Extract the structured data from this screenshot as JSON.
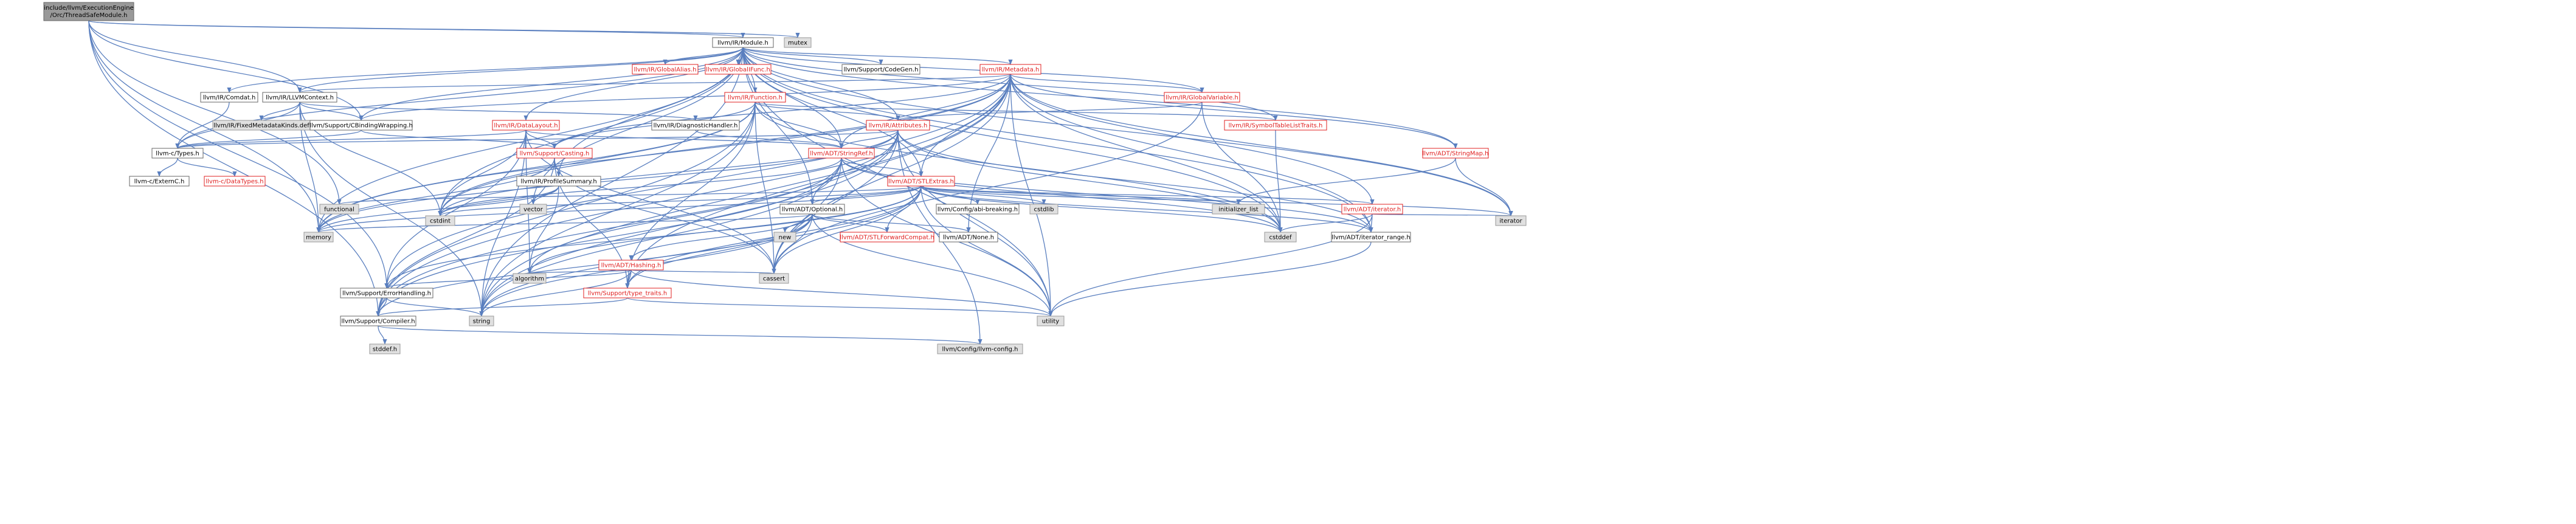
{
  "colors": {
    "root_fill": "#999999",
    "root_text": "#000000",
    "link_fill": "#ffffff",
    "link_stroke": "#666666",
    "link_text": "#000000",
    "truncated_text": "#e02020",
    "truncated_stroke": "#e02020",
    "external_fill": "#e0e0e0",
    "external_stroke": "#999999",
    "edge": "#5a7fbf"
  },
  "nodes": [
    {
      "id": "root",
      "label": "include/llvm/ExecutionEngine\n/Orc/ThreadSafeModule.h",
      "kind": "root"
    },
    {
      "id": "module",
      "label": "llvm/IR/Module.h",
      "kind": "link"
    },
    {
      "id": "mutex",
      "label": "mutex",
      "kind": "external"
    },
    {
      "id": "globalalias",
      "label": "llvm/IR/GlobalAlias.h",
      "kind": "truncated"
    },
    {
      "id": "globalifunc",
      "label": "llvm/IR/GlobalIFunc.h",
      "kind": "truncated"
    },
    {
      "id": "codegen",
      "label": "llvm/Support/CodeGen.h",
      "kind": "link"
    },
    {
      "id": "metadata",
      "label": "llvm/IR/Metadata.h",
      "kind": "truncated"
    },
    {
      "id": "comdat",
      "label": "llvm/IR/Comdat.h",
      "kind": "link"
    },
    {
      "id": "llvmcontext",
      "label": "llvm/IR/LLVMContext.h",
      "kind": "link"
    },
    {
      "id": "function",
      "label": "llvm/IR/Function.h",
      "kind": "truncated"
    },
    {
      "id": "globalvariable",
      "label": "llvm/IR/GlobalVariable.h",
      "kind": "truncated"
    },
    {
      "id": "fixedmd",
      "label": "llvm/IR/FixedMetadataKinds.def",
      "kind": "external"
    },
    {
      "id": "cbinding",
      "label": "llvm/Support/CBindingWrapping.h",
      "kind": "link"
    },
    {
      "id": "datalayout",
      "label": "llvm/IR/DataLayout.h",
      "kind": "truncated"
    },
    {
      "id": "diaghandler",
      "label": "llvm/IR/DiagnosticHandler.h",
      "kind": "link"
    },
    {
      "id": "attributes",
      "label": "llvm/IR/Attributes.h",
      "kind": "truncated"
    },
    {
      "id": "symtab",
      "label": "llvm/IR/SymbolTableListTraits.h",
      "kind": "truncated"
    },
    {
      "id": "ctypes",
      "label": "llvm-c/Types.h",
      "kind": "link"
    },
    {
      "id": "casting",
      "label": "llvm/Support/Casting.h",
      "kind": "truncated"
    },
    {
      "id": "stringref",
      "label": "llvm/ADT/StringRef.h",
      "kind": "truncated"
    },
    {
      "id": "stringmap",
      "label": "llvm/ADT/StringMap.h",
      "kind": "truncated"
    },
    {
      "id": "externc",
      "label": "llvm-c/ExternC.h",
      "kind": "link"
    },
    {
      "id": "datatypes",
      "label": "llvm-c/DataTypes.h",
      "kind": "truncated"
    },
    {
      "id": "profilesummary",
      "label": "llvm/IR/ProfileSummary.h",
      "kind": "link"
    },
    {
      "id": "stlextras",
      "label": "llvm/ADT/STLExtras.h",
      "kind": "truncated"
    },
    {
      "id": "functional",
      "label": "functional",
      "kind": "external"
    },
    {
      "id": "vector",
      "label": "vector",
      "kind": "external"
    },
    {
      "id": "cstdint",
      "label": "cstdint",
      "kind": "external"
    },
    {
      "id": "optional",
      "label": "llvm/ADT/Optional.h",
      "kind": "link"
    },
    {
      "id": "abibreaking",
      "label": "llvm/Config/abi-breaking.h",
      "kind": "link"
    },
    {
      "id": "cstdlib",
      "label": "cstdlib",
      "kind": "external"
    },
    {
      "id": "initlist",
      "label": "initializer_list",
      "kind": "external"
    },
    {
      "id": "iteratorh",
      "label": "llvm/ADT/iterator.h",
      "kind": "truncated"
    },
    {
      "id": "iteratorstd",
      "label": "iterator",
      "kind": "external"
    },
    {
      "id": "memory",
      "label": "memory",
      "kind": "external"
    },
    {
      "id": "new",
      "label": "new",
      "kind": "external"
    },
    {
      "id": "stlforward",
      "label": "llvm/ADT/STLForwardCompat.h",
      "kind": "truncated"
    },
    {
      "id": "none",
      "label": "llvm/ADT/None.h",
      "kind": "link"
    },
    {
      "id": "cstddef",
      "label": "cstddef",
      "kind": "external"
    },
    {
      "id": "iterrange",
      "label": "llvm/ADT/iterator_range.h",
      "kind": "link"
    },
    {
      "id": "hashing",
      "label": "llvm/ADT/Hashing.h",
      "kind": "truncated"
    },
    {
      "id": "algorithm",
      "label": "algorithm",
      "kind": "external"
    },
    {
      "id": "cassert",
      "label": "cassert",
      "kind": "external"
    },
    {
      "id": "typetraits",
      "label": "llvm/Support/type_traits.h",
      "kind": "truncated"
    },
    {
      "id": "errorhandling",
      "label": "llvm/Support/ErrorHandling.h",
      "kind": "link"
    },
    {
      "id": "compiler",
      "label": "llvm/Support/Compiler.h",
      "kind": "link"
    },
    {
      "id": "string",
      "label": "string",
      "kind": "external"
    },
    {
      "id": "utility",
      "label": "utility",
      "kind": "external"
    },
    {
      "id": "stddef",
      "label": "stddef.h",
      "kind": "external"
    },
    {
      "id": "llvmconfig",
      "label": "llvm/Config/llvm-config.h",
      "kind": "external"
    }
  ]
}
